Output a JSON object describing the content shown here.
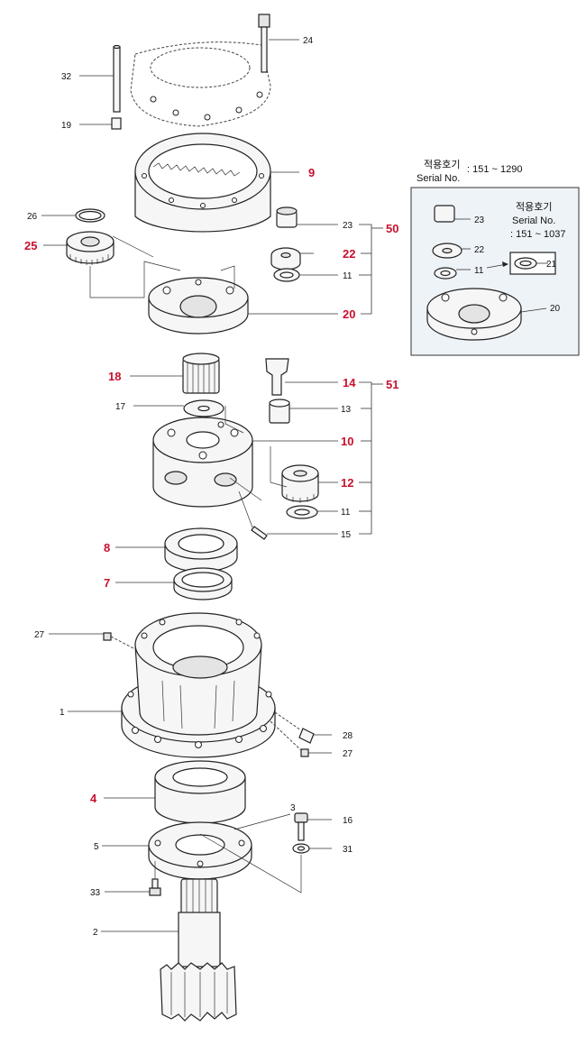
{
  "labels": {
    "l32": "32",
    "l19": "19",
    "l24": "24",
    "l9": "9",
    "l26": "26",
    "l25": "25",
    "l23": "23",
    "l22": "22",
    "l11a": "11",
    "l20": "20",
    "l50": "50",
    "l18": "18",
    "l17": "17",
    "l14": "14",
    "l51": "51",
    "l13": "13",
    "l10": "10",
    "l12": "12",
    "l11b": "11",
    "l15": "15",
    "l8": "8",
    "l7": "7",
    "l27a": "27",
    "l1": "1",
    "l28": "28",
    "l27b": "27",
    "l4": "4",
    "l3": "3",
    "l16": "16",
    "l5": "5",
    "l31": "31",
    "l33": "33",
    "l2": "2"
  },
  "inset": {
    "top_title": "적용호기",
    "top_serial_label": "Serial No.",
    "top_serial_range": ": 151 ~ 1290",
    "box_title": "적용호기",
    "box_serial_label": "Serial No.",
    "box_serial_range": ": 151 ~ 1037",
    "l23": "23",
    "l22": "22",
    "l11": "11",
    "l21": "21",
    "l20": "20"
  }
}
